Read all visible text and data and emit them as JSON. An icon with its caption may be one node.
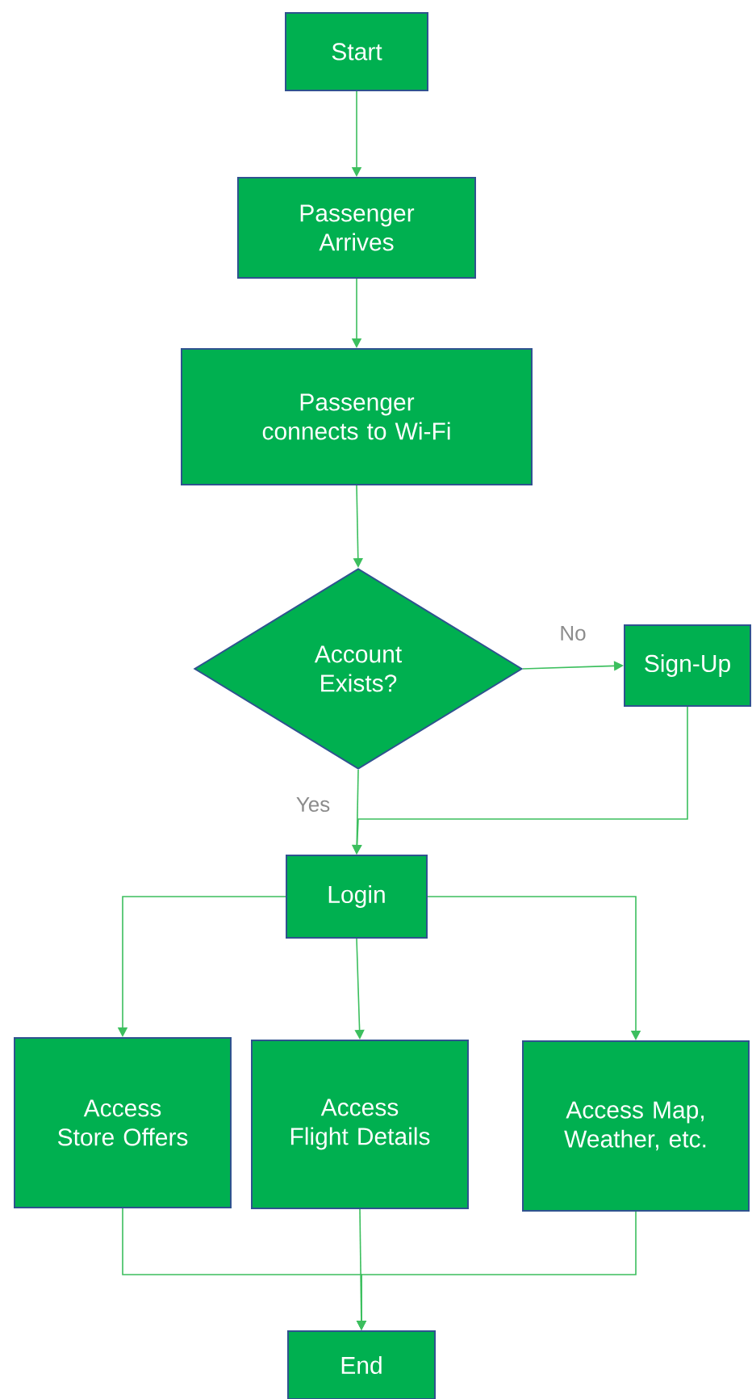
{
  "diagram": {
    "nodes": [
      {
        "text": [
          "Start"
        ]
      },
      {
        "text": [
          "Passenger Arrives"
        ]
      },
      {
        "text": [
          "Passenger connects to Wi-Fi"
        ]
      },
      {
        "text": [
          "Account Exists?"
        ]
      },
      {
        "text": [
          "Sign-Up"
        ]
      },
      {
        "text": [
          "Login"
        ]
      },
      {
        "text": [
          "Access Store Offers"
        ]
      },
      {
        "text": [
          "Access Flight Details"
        ]
      },
      {
        "text": [
          "Access Map, Weather, etc."
        ]
      },
      {
        "text": [
          "End"
        ]
      }
    ],
    "edges": [
      {
        "from": 0,
        "to": 1,
        "arrow": "to"
      },
      {
        "from": 1,
        "to": 2,
        "arrow": "to"
      },
      {
        "from": 2,
        "to": 3,
        "arrow": "to"
      },
      {
        "from": 3,
        "to": 4,
        "arrow": "to",
        "label": "No"
      },
      {
        "from": 3,
        "to": 5,
        "arrow": "to",
        "label": "Yes"
      },
      {
        "from": 4,
        "to": 5,
        "arrow": "to"
      },
      {
        "from": 5,
        "to": 6,
        "arrow": "to"
      },
      {
        "from": 5,
        "to": 7,
        "arrow": "to"
      },
      {
        "from": 5,
        "to": 8,
        "arrow": "to"
      },
      {
        "from": 6,
        "to": 9,
        "arrow": "to"
      },
      {
        "from": 7,
        "to": 9,
        "arrow": "to"
      },
      {
        "from": 8,
        "to": 9,
        "arrow": "to"
      }
    ]
  }
}
